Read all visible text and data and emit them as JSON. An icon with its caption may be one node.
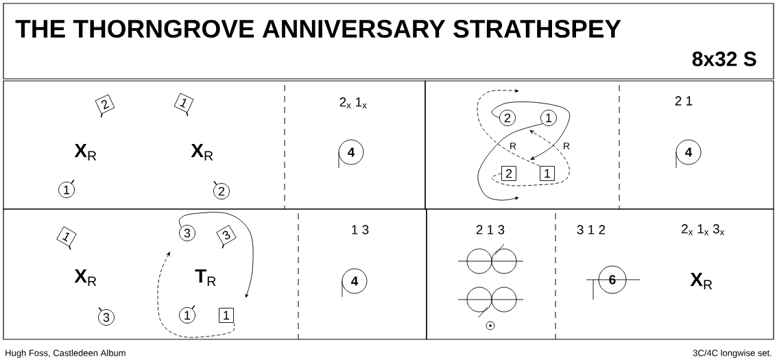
{
  "diagram": {
    "title": "THE THORNGROVE ANNIVERSARY STRATHSPEY",
    "nodes": [
      {
        "text": [
          "2"
        ]
      },
      {
        "text": [
          "1"
        ]
      },
      {
        "text": [
          "1"
        ]
      },
      {
        "text": [
          "2"
        ]
      },
      {
        "text": [
          "4"
        ]
      },
      {
        "text": [
          "2"
        ]
      },
      {
        "text": [
          "1"
        ]
      },
      {
        "text": [
          "2"
        ]
      },
      {
        "text": [
          "1"
        ]
      },
      {
        "text": [
          "4"
        ]
      },
      {
        "text": [
          "1"
        ]
      },
      {
        "text": [
          "3"
        ]
      },
      {
        "text": [
          "3"
        ]
      },
      {
        "text": [
          "3"
        ]
      },
      {
        "text": [
          "1"
        ]
      },
      {
        "text": [
          "1"
        ]
      },
      {
        "text": [
          "4"
        ]
      },
      {
        "text": [
          "6"
        ]
      }
    ],
    "edges": [
      {
        "from": 5,
        "to": null,
        "arrow": "to"
      },
      {
        "from": 6,
        "to": null,
        "arrow": "to"
      },
      {
        "from": 8,
        "to": null,
        "arrow": "to",
        "style": "dashed"
      },
      {
        "from": 7,
        "to": null,
        "arrow": "to",
        "style": "dashed"
      },
      {
        "from": 11,
        "to": null,
        "arrow": "to"
      },
      {
        "from": 15,
        "to": null,
        "arrow": "to",
        "style": "dashed"
      }
    ],
    "labels": [
      "8x32 S",
      "**X**$_{R}$",
      "**X**$_{R}$",
      "2$_{x}$ 1$_{x}$",
      "R",
      "R",
      "2 1",
      "**X**$_{R}$",
      "**T**$_{R}$",
      "1 3",
      "2 1 3",
      "3 1 2",
      "2$_{x}$ 1$_{x}$ 3$_{x}$",
      "**X**$_{R}$",
      "Hugh Foss, Castledeen Album",
      "3C/4C longwise set."
    ]
  }
}
